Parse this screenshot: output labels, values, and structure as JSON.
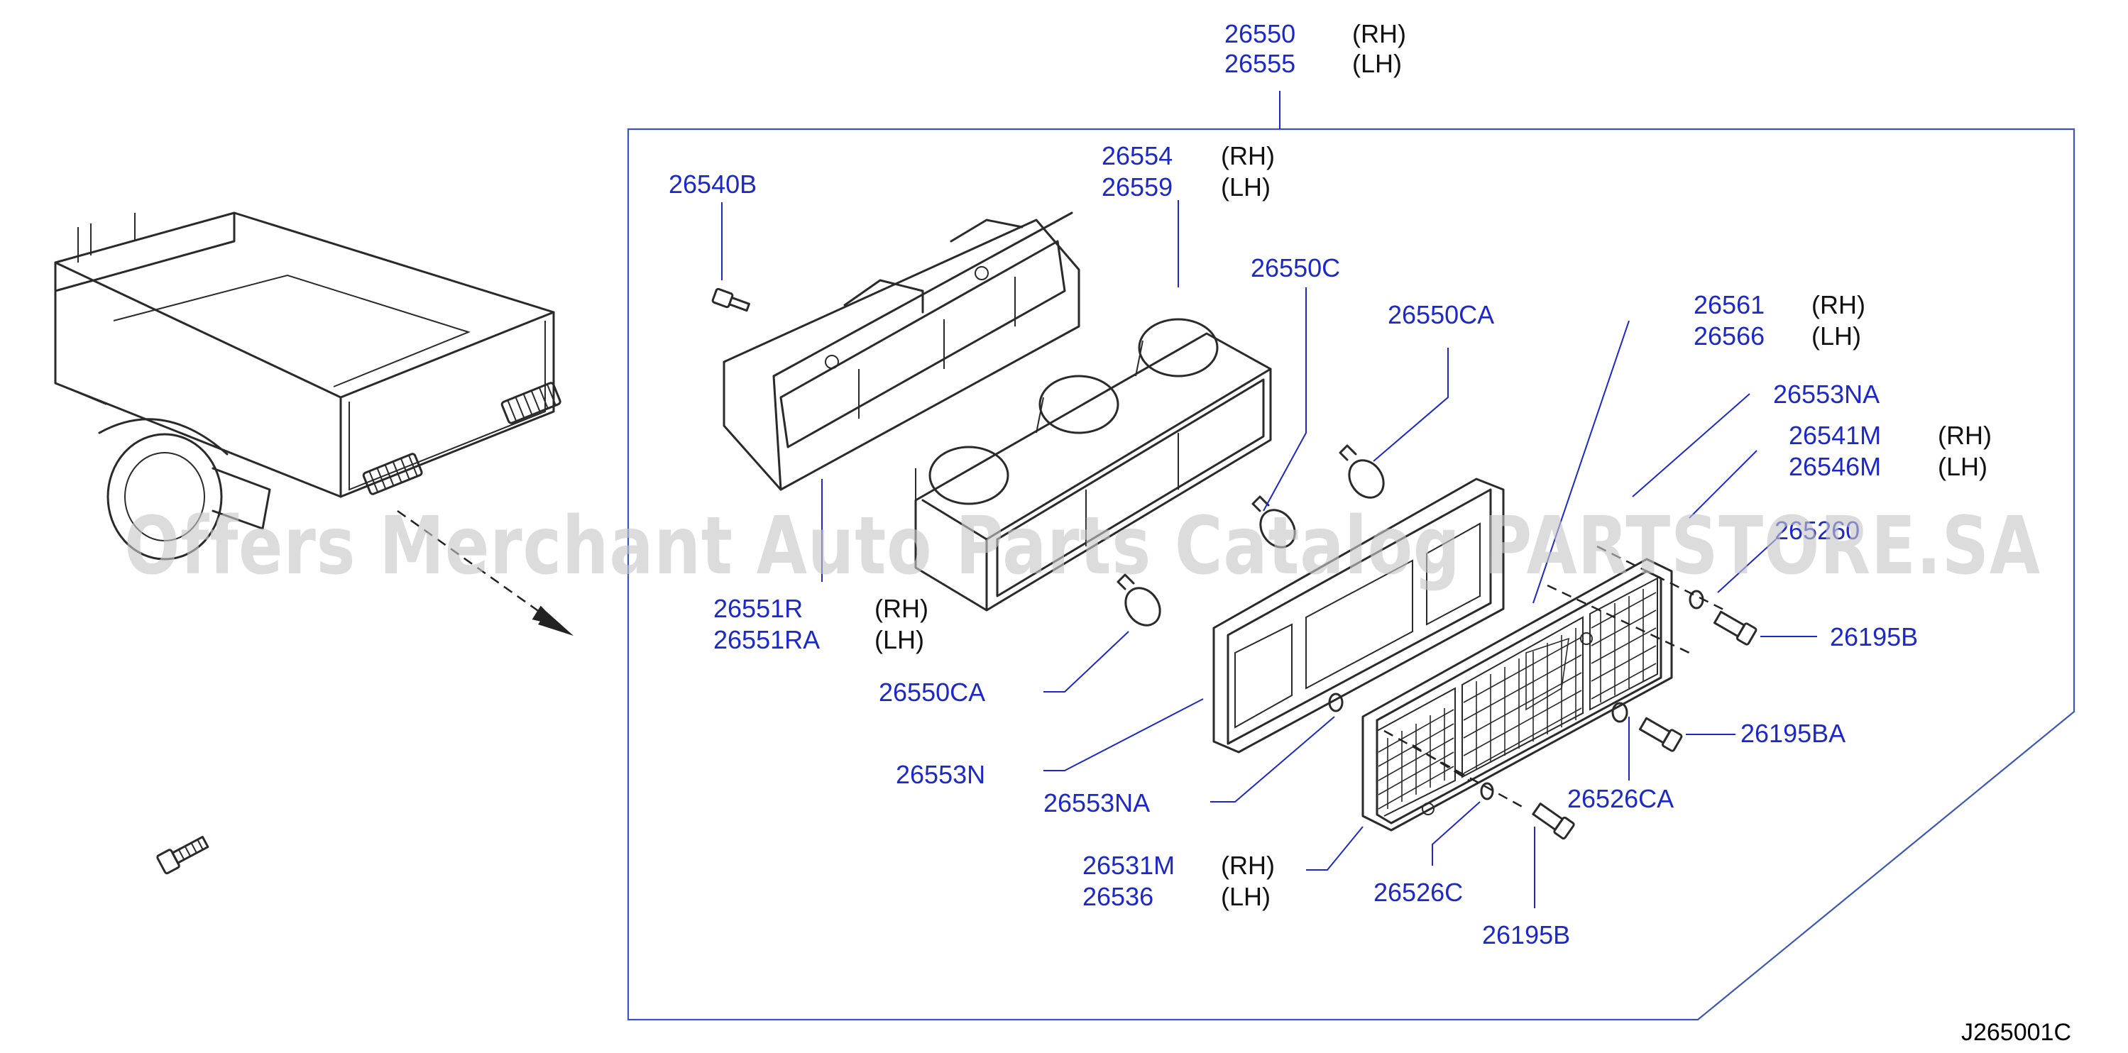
{
  "diagram": {
    "callouts": [
      {
        "id": "top",
        "part": "26550",
        "side": "(RH)",
        "part2": "26555",
        "side2": "(LH)"
      },
      {
        "id": "bulbsock",
        "part": "26540B"
      },
      {
        "id": "body",
        "part": "26554",
        "side": "(RH)",
        "part2": "26559",
        "side2": "(LH)"
      },
      {
        "id": "socketc",
        "part": "26550C"
      },
      {
        "id": "bulbca1",
        "part": "26550CA"
      },
      {
        "id": "lensassy",
        "part": "26561",
        "side": "(RH)",
        "part2": "26566",
        "side2": "(LH)"
      },
      {
        "id": "gasketna1",
        "part": "26553NA"
      },
      {
        "id": "lensm",
        "part": "26541M",
        "side": "(RH)",
        "part2": "26546M",
        "side2": "(LH)"
      },
      {
        "id": "partial",
        "part": "265260"
      },
      {
        "id": "screwb1",
        "part": "26195B"
      },
      {
        "id": "screwba",
        "part": "26195BA"
      },
      {
        "id": "washerca",
        "part": "26526CA"
      },
      {
        "id": "housing",
        "part": "26551R",
        "side": "(RH)",
        "part2": "26551RA",
        "side2": "(LH)"
      },
      {
        "id": "bulbca2",
        "part": "26550CA"
      },
      {
        "id": "gasketn",
        "part": "26553N"
      },
      {
        "id": "gasketna2",
        "part": "26553NA"
      },
      {
        "id": "lens31",
        "part": "26531M",
        "side": "(RH)",
        "part2": "26536",
        "side2": "(LH)"
      },
      {
        "id": "washerc",
        "part": "26526C"
      },
      {
        "id": "screwb2",
        "part": "26195B"
      }
    ],
    "watermark": "Offers Merchant Auto Parts Catalog PARTSTORE.SA",
    "reference_code": "J265001C"
  }
}
